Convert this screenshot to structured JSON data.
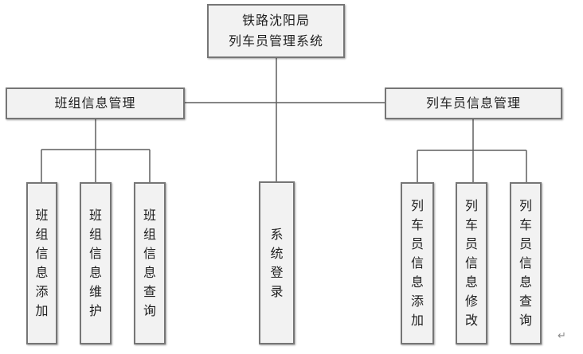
{
  "diagram": {
    "title_node": {
      "line1": "铁路沈阳局",
      "line2": "列车员管理系统"
    },
    "left_branch": {
      "label": "班组信息管理",
      "children": [
        {
          "label": "班组信息添加"
        },
        {
          "label": "班组信息维护"
        },
        {
          "label": "班组信息查询"
        }
      ]
    },
    "center_node": {
      "label": "系统登录"
    },
    "right_branch": {
      "label": "列车员信息管理",
      "children": [
        {
          "label": "列车员信息添加"
        },
        {
          "label": "列车员信息修改"
        },
        {
          "label": "列车员信息查询"
        }
      ]
    },
    "paragraph_mark": "↵",
    "colors": {
      "box_fill": "#f2f2f2",
      "box_border": "#767676",
      "connector_line": "#5f5f5f",
      "text": "#1f1f1f"
    }
  }
}
